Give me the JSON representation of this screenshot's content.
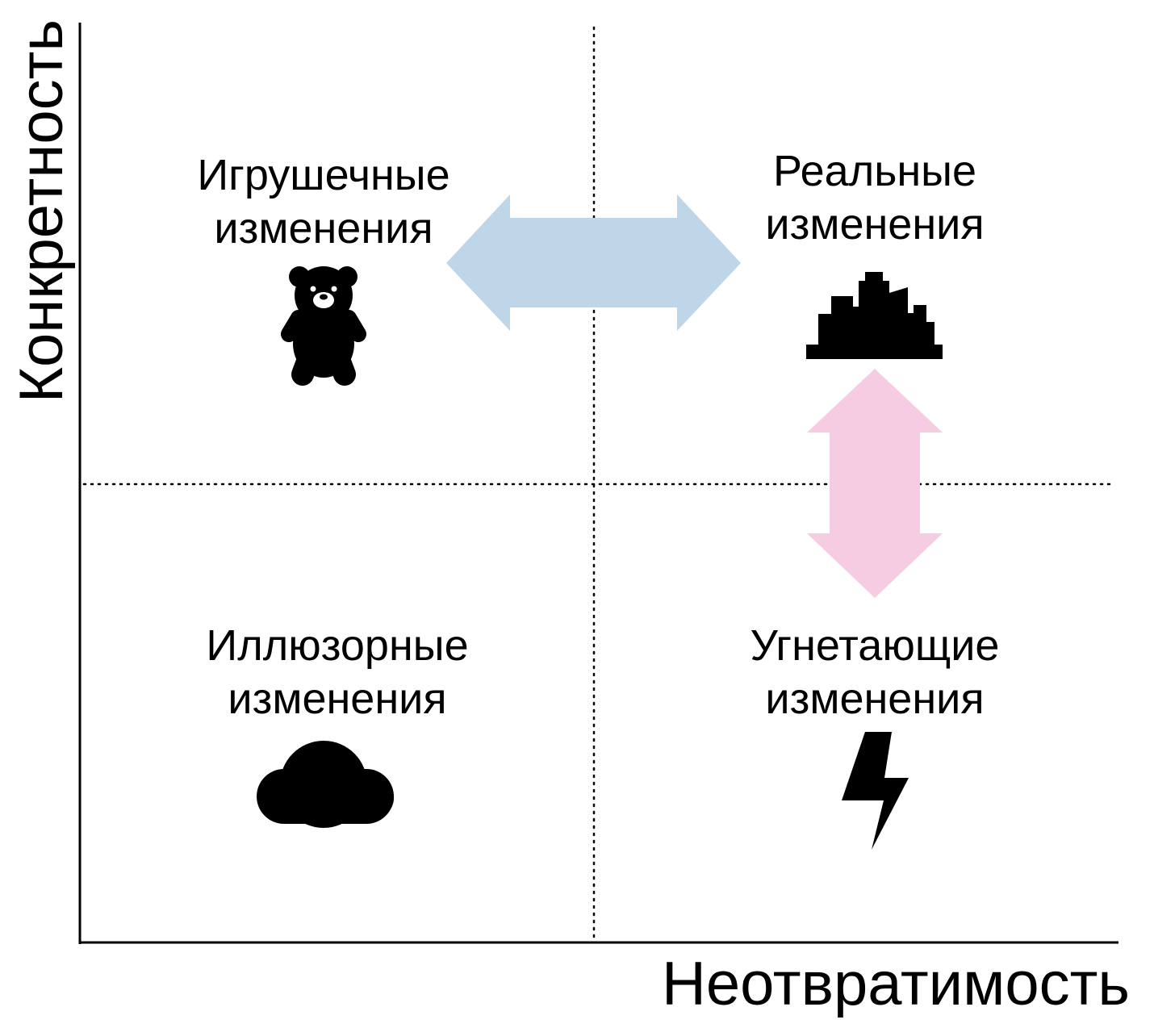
{
  "axes": {
    "x_label": "Неотвратимость",
    "y_label": "Конкретность"
  },
  "quadrants": {
    "top_left": {
      "line1": "Игрушечные",
      "line2": "изменения",
      "icon": "teddy-bear-icon"
    },
    "top_right": {
      "line1": "Реальные",
      "line2": "изменения",
      "icon": "city-skyline-icon"
    },
    "bottom_left": {
      "line1": "Иллюзорные",
      "line2": "изменения",
      "icon": "cloud-icon"
    },
    "bottom_right": {
      "line1": "Угнетающие",
      "line2": "изменения",
      "icon": "lightning-bolt-icon"
    }
  },
  "arrows": {
    "horizontal": {
      "name": "horizontal-double-arrow",
      "color": "#BFD5E8"
    },
    "vertical": {
      "name": "vertical-double-arrow",
      "color": "#F6CCE3"
    }
  }
}
